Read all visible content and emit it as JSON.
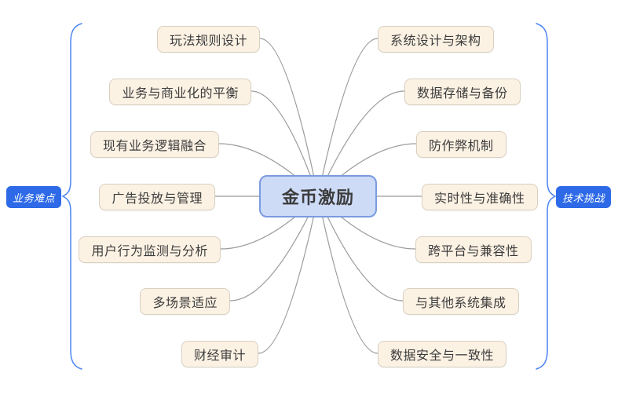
{
  "mindmap": {
    "root_label": "金币激励",
    "left_group": {
      "label": "业务难点",
      "nodes": [
        "玩法规则设计",
        "业务与商业化的平衡",
        "现有业务逻辑融合",
        "广告投放与管理",
        "用户行为监测与分析",
        "多场景适应",
        "财经审计"
      ]
    },
    "right_group": {
      "label": "技术挑战",
      "nodes": [
        "系统设计与架构",
        "数据存储与备份",
        "防作弊机制",
        "实时性与准确性",
        "跨平台与兼容性",
        "与其他系统集成",
        "数据安全与一致性"
      ]
    },
    "colors": {
      "root_fill": "#cddbf7",
      "root_border": "#7b9ae0",
      "topic_fill": "#fcf2e4",
      "topic_border": "#d9cfc0",
      "group_label_bg": "#2e6ae8",
      "group_label_text": "#ffffff",
      "connector_line": "#9b9b9b",
      "brace": "#4b84f2"
    }
  }
}
